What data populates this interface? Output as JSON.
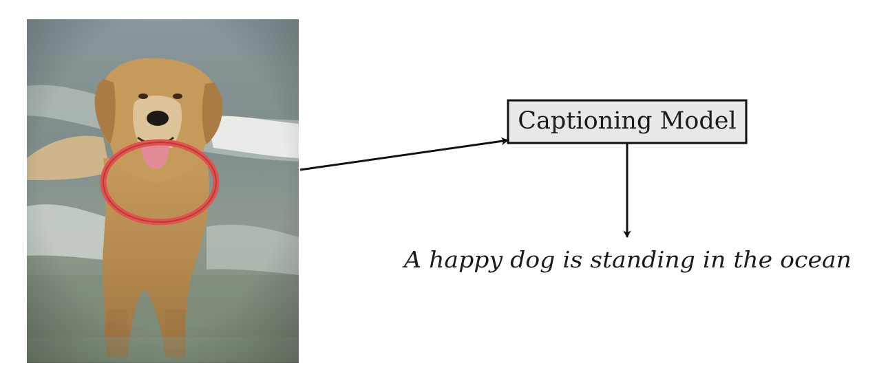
{
  "model": {
    "label": "Captioning Model"
  },
  "output": {
    "caption": "A happy dog is standing in the ocean"
  },
  "colors": {
    "box_fill": "#e8e8e8",
    "stroke": "#111111",
    "background": "#ffffff"
  },
  "icons": {
    "input_image": "photo of a golden retriever standing in the ocean wearing a red ring"
  }
}
